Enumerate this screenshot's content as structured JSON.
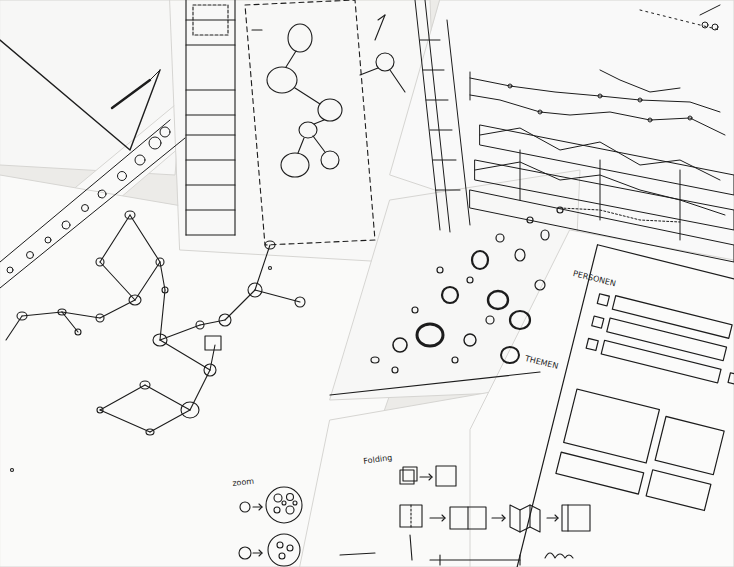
{
  "diagram": {
    "labels": [
      "PERSONEN",
      "THEMEN",
      "Folding",
      "zoom"
    ]
  }
}
